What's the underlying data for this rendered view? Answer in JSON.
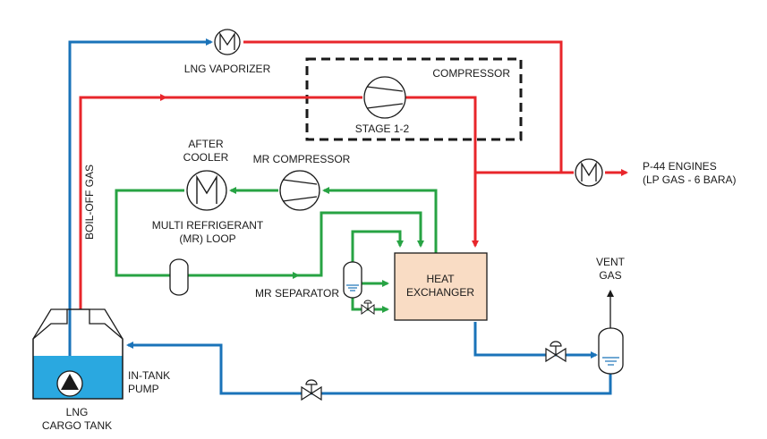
{
  "labels": {
    "lng_vaporizer": "LNG VAPORIZER",
    "compressor": "COMPRESSOR",
    "stage": "STAGE 1-2",
    "after_cooler_1": "AFTER",
    "after_cooler_2": "COOLER",
    "mr_compressor": "MR COMPRESSOR",
    "mr_loop_1": "MULTI REFRIGERANT",
    "mr_loop_2": "(MR) LOOP",
    "boil_off_gas": "BOIL-OFF GAS",
    "mr_separator": "MR SEPARATOR",
    "heat_exchanger_1": "HEAT",
    "heat_exchanger_2": "EXCHANGER",
    "engines_1": "P-44 ENGINES",
    "engines_2": "(LP GAS - 6 BARA)",
    "vent_gas_1": "VENT",
    "vent_gas_2": "GAS",
    "in_tank_pump_1": "IN-TANK",
    "in_tank_pump_2": "PUMP",
    "cargo_tank_1": "LNG",
    "cargo_tank_2": "CARGO TANK"
  },
  "colors": {
    "gas_line": "#e8262b",
    "lng_line": "#1a73b9",
    "mr_line": "#27a343",
    "heat_exchanger_fill": "#f9dcc4",
    "tank_liquid": "#2aa8e0"
  },
  "icons": [
    "heater-icon",
    "compressor-icon",
    "pump-icon",
    "valve-icon",
    "vessel-icon",
    "arrow-icon"
  ]
}
